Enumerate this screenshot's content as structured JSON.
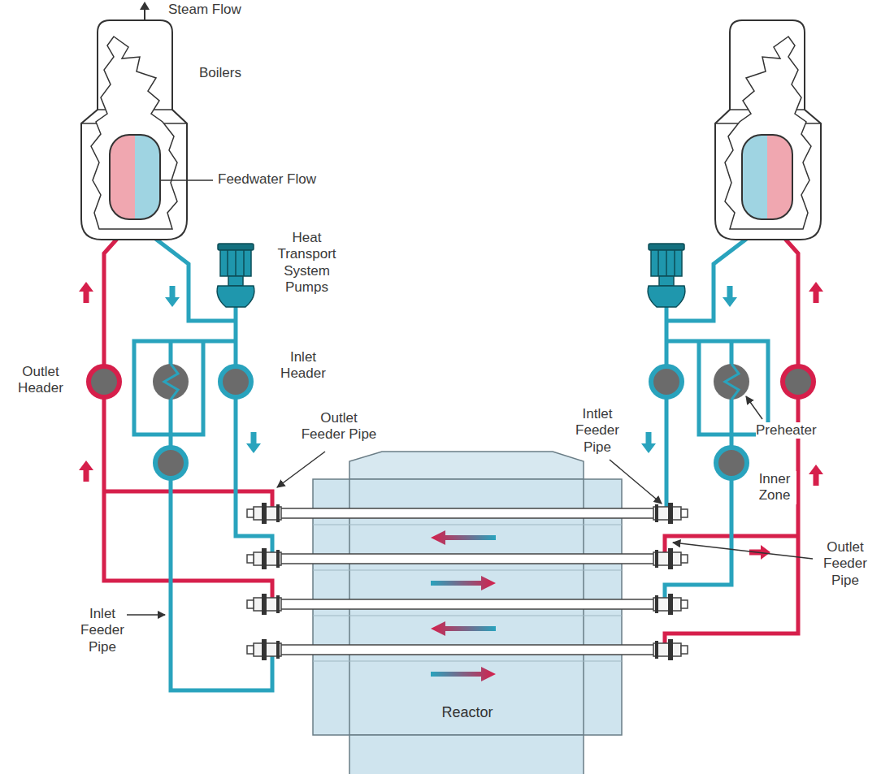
{
  "diagram": {
    "nodes": [
      {
        "text": [
          "Reactor"
        ]
      }
    ],
    "labels": [
      "Steam Flow",
      "Boilers",
      "Feedwater Flow",
      "Heat Transport System Pumps",
      "Outlet Header",
      "Inlet Header",
      "Outlet Feeder Pipe",
      "Intlet Feeder Pipe",
      "Preheater",
      "Inner Zone",
      "Outlet Feeder Pipe",
      "Inlet Feeder Pipe"
    ]
  }
}
